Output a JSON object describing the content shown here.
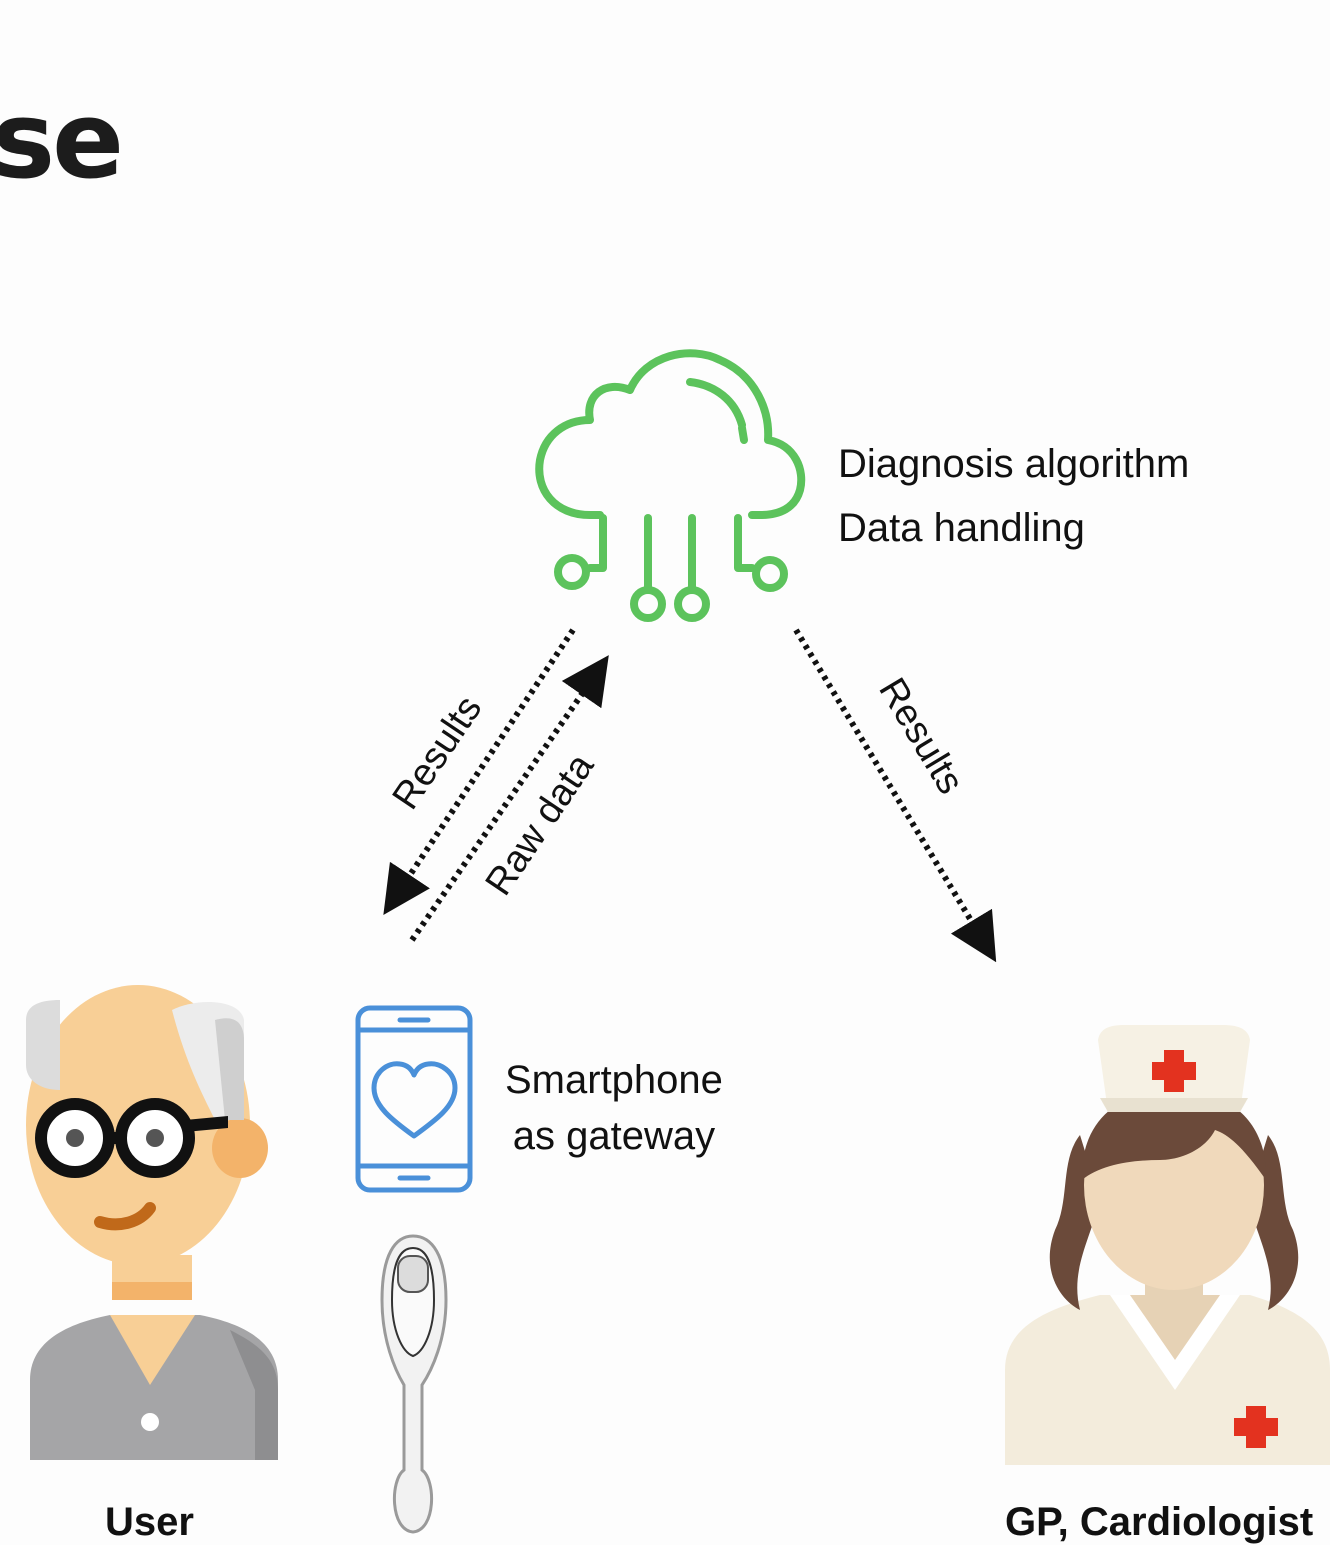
{
  "header": {
    "title_fragment": "se"
  },
  "cloud": {
    "lines": [
      "Diagnosis algorithm",
      "Data handling"
    ]
  },
  "phone": {
    "lines": [
      "Smartphone",
      "as gateway"
    ]
  },
  "arrows": {
    "cloud_to_user": "Results",
    "phone_to_cloud": "Raw data",
    "cloud_to_gp": "Results"
  },
  "actors": {
    "user": "User",
    "gp": "GP, Cardiologist"
  },
  "colors": {
    "cloud": "#5cc35c",
    "phone": "#4a90d9",
    "cross": "#e3321f",
    "nurse_hair": "#6b4a3a",
    "skin": "#f8cf96",
    "shirt": "#a5a5a7"
  },
  "icons": [
    "cloud-circuit-icon",
    "smartphone-heart-icon",
    "ecg-sensor-icon",
    "elderly-user-icon",
    "nurse-icon"
  ]
}
